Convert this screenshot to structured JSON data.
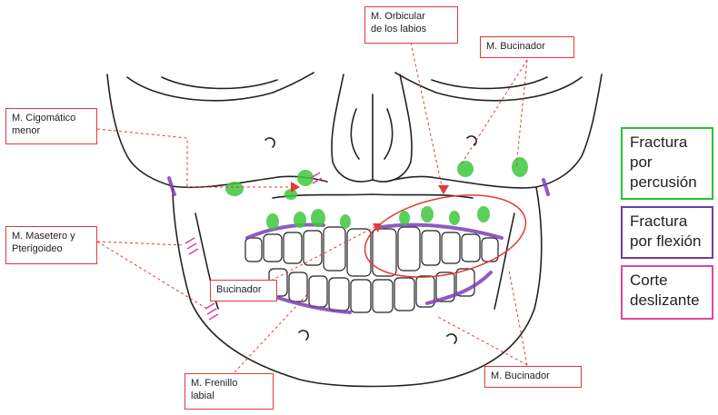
{
  "labels": {
    "orbicular": "M. Orbicular\nde los labios",
    "bucinador_top": "M. Bucinador",
    "cigomatico": "M. Cigomático\nmenor",
    "masetero": "M. Masetero y\nPterigoideo",
    "bucinador_left": "Bucinador",
    "frenillo": "M. Frenillo\nlabial",
    "bucinador_bottom": "M. Bucinador"
  },
  "legend": [
    {
      "text": "Fractura\npor\npercusión",
      "color": "#2bbf3a"
    },
    {
      "text": "Fractura\npor flexión",
      "color": "#6b3fa0"
    },
    {
      "text": "Corte\ndeslizante",
      "color": "#e0479a"
    }
  ],
  "colors": {
    "label_border": "#e03a3a",
    "pointer": "#e03a3a",
    "percussion_mark": "#3ec83e",
    "flexion_mark": "#7b3fb8",
    "sliding_mark": "#d6409a"
  }
}
